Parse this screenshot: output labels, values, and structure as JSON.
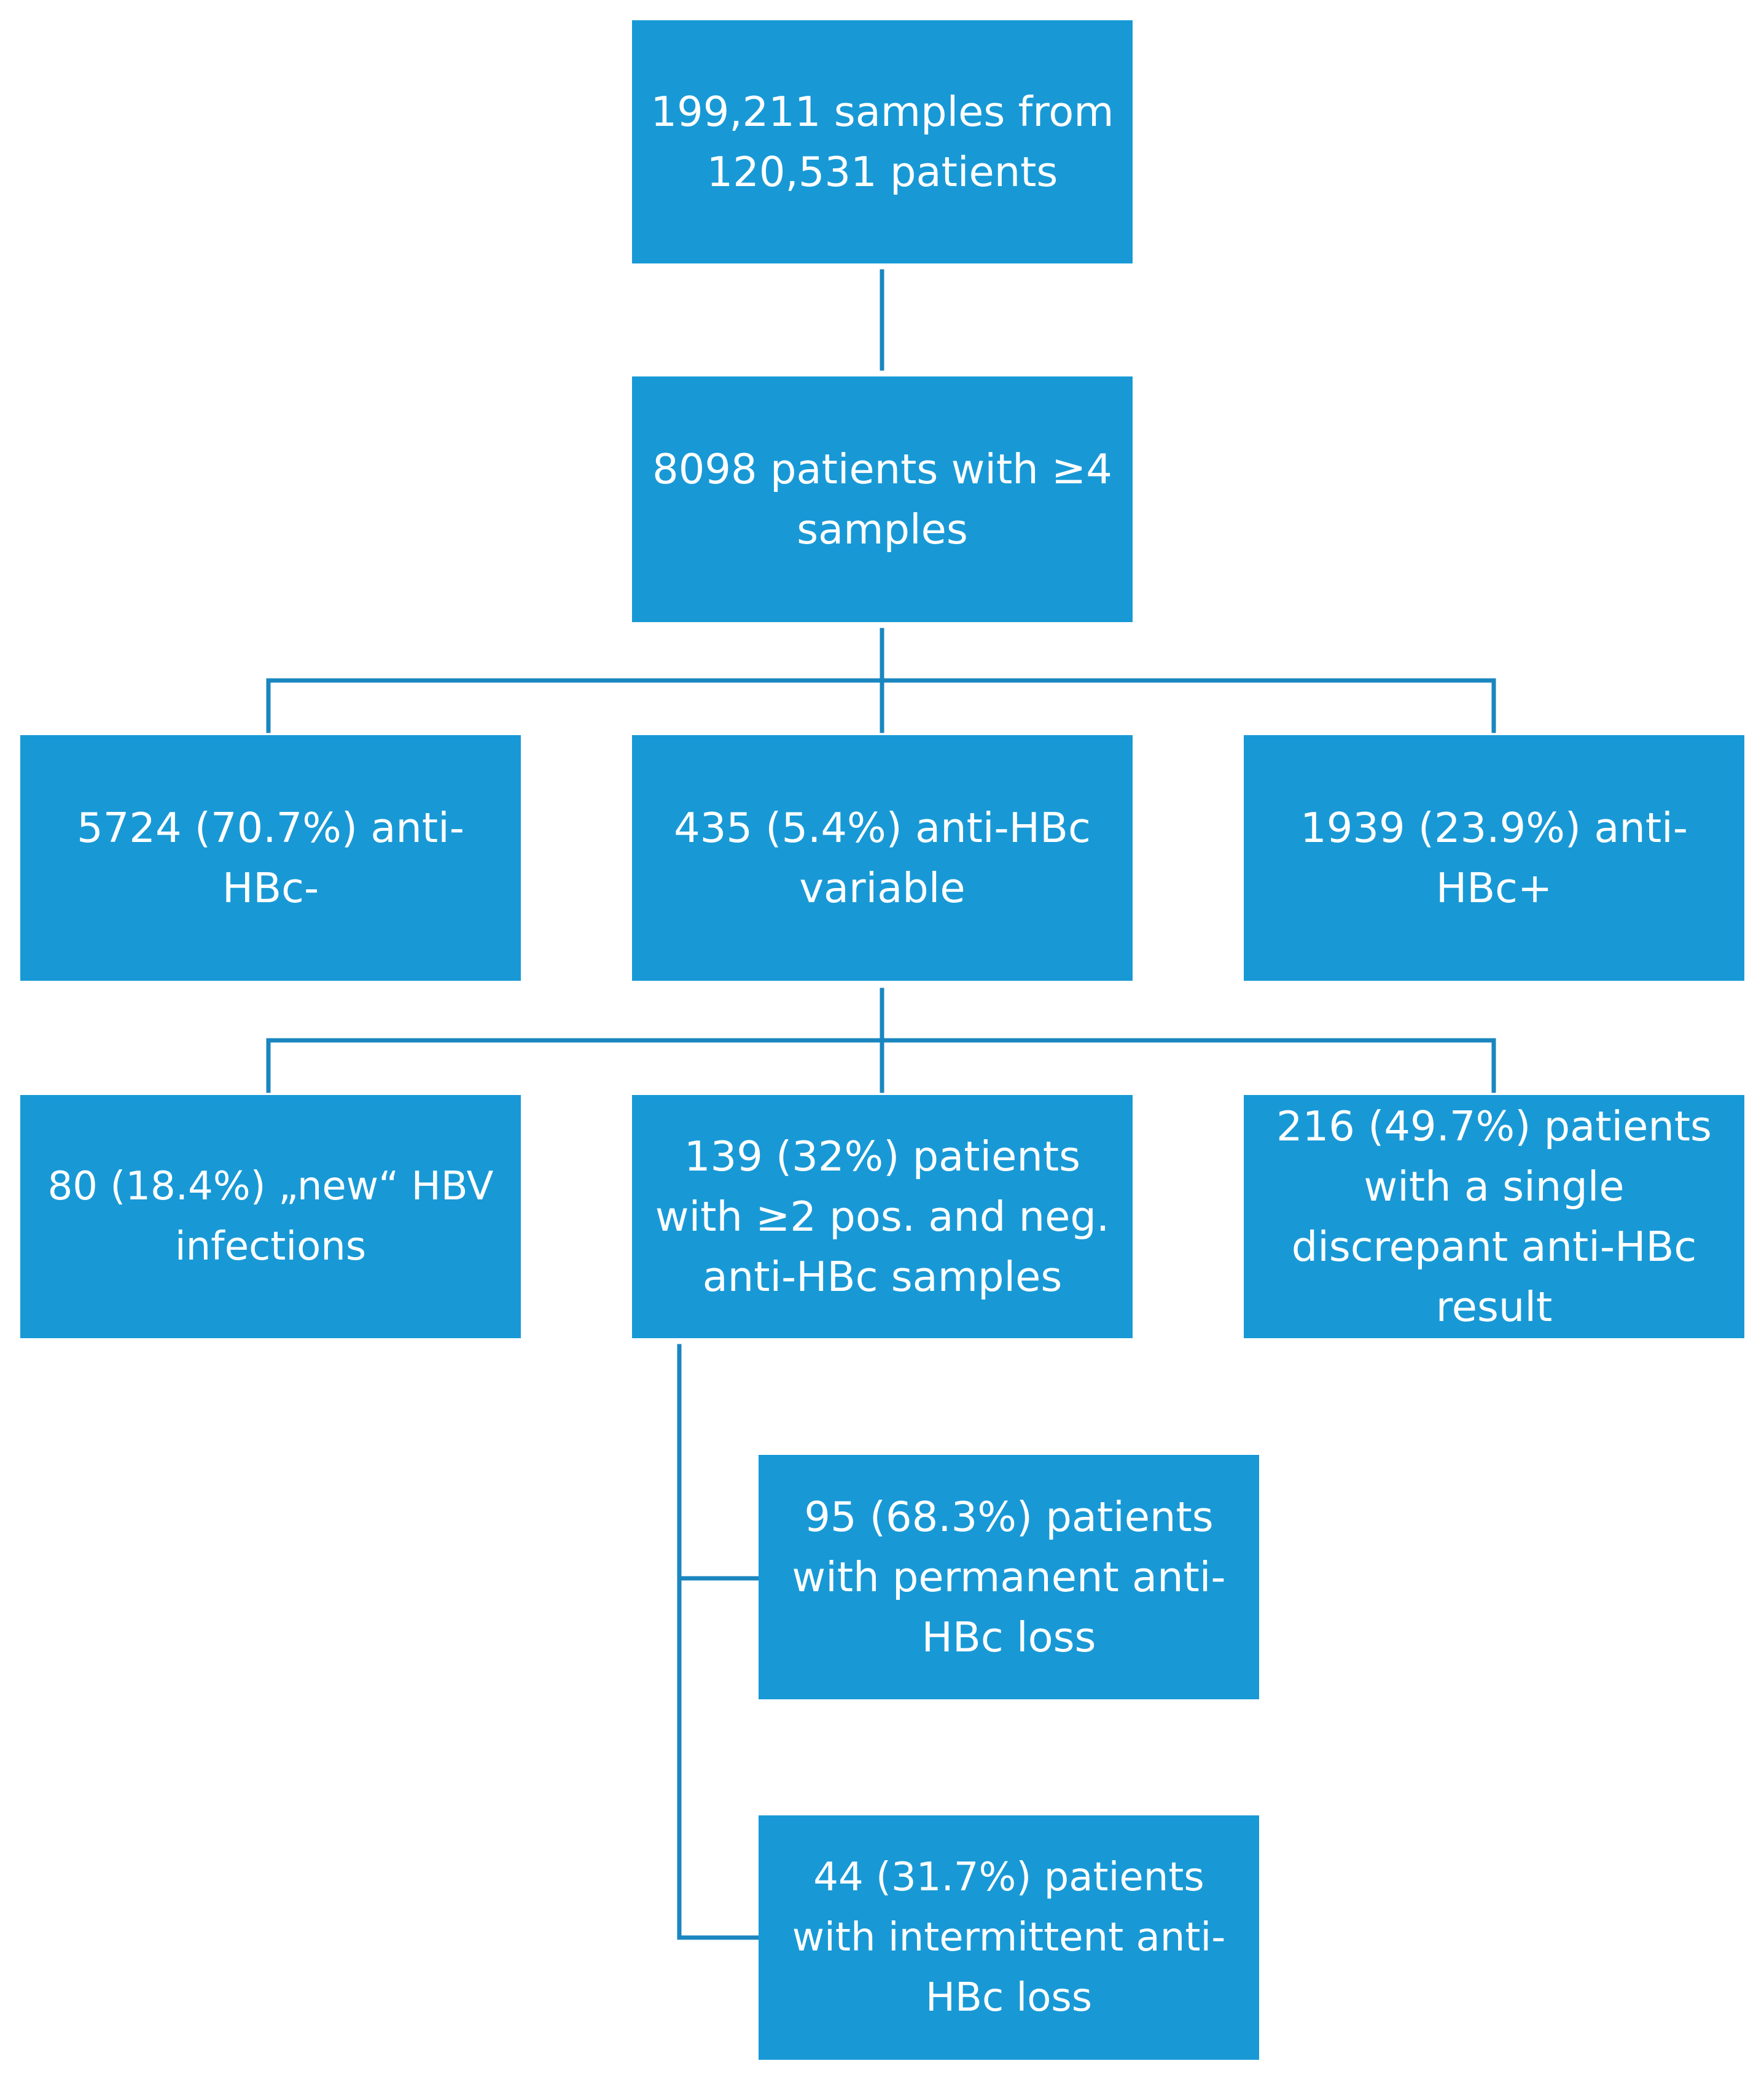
{
  "colors": {
    "box_fill": "#1899d6",
    "box_text": "#ffffff",
    "connector": "#1a86bf",
    "background": "#ffffff"
  },
  "boxes": {
    "total_samples": "199,211 samples from\n120,531 patients",
    "four_samples": "8098 patients with ≥4\nsamples",
    "anti_hbc_negative": "5724 (70.7%) anti-\nHBc-",
    "anti_hbc_variable": "435 (5.4%) anti-HBc\nvariable",
    "anti_hbc_positive": "1939 (23.9%) anti-\nHBc+",
    "new_hbv": "80 (18.4%) „new“ HBV\ninfections",
    "pos_and_neg": "139 (32%) patients\nwith ≥2 pos. and neg.\nanti-HBc samples",
    "single_discrepant": "216 (49.7%) patients\nwith a single\ndiscrepant anti-HBc\nresult",
    "permanent_loss": "95 (68.3%) patients\nwith permanent anti-\nHBc loss",
    "intermittent_loss": "44 (31.7%) patients\nwith intermittent anti-\nHBc loss"
  }
}
